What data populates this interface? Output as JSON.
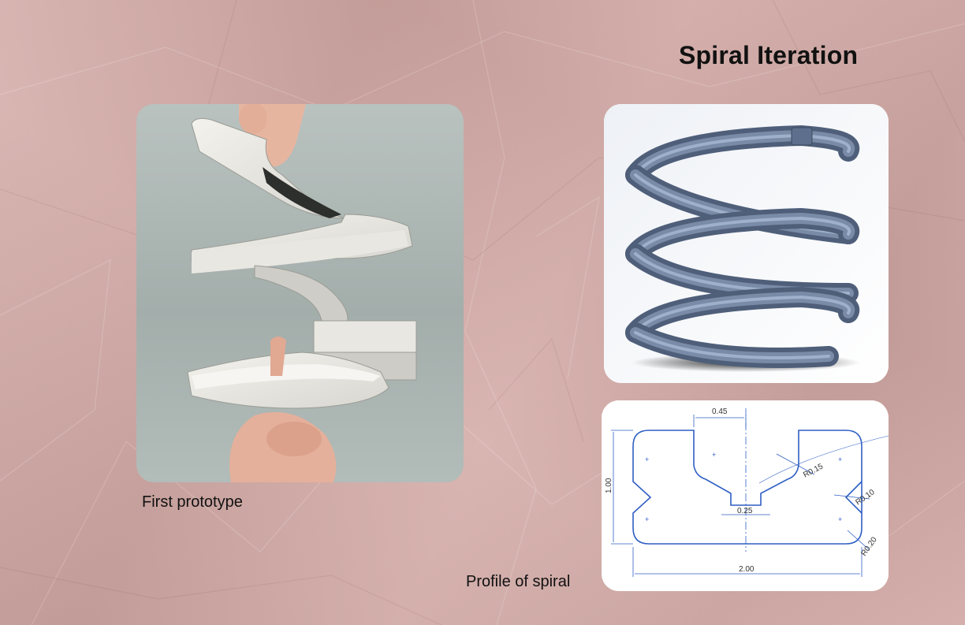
{
  "page": {
    "title": "Spiral Iteration",
    "background_color": "#d3a9a5"
  },
  "prototype_photo": {
    "caption": "First prototype"
  },
  "spiral_render": {
    "accent_color": "#5d6f8c"
  },
  "profile_drawing": {
    "caption": "Profile of spiral",
    "dimensions": {
      "top_slot_width": "0.45",
      "bottom_slot_width": "0.25",
      "height": "1.00",
      "width": "2.00",
      "radius_inner": "R0.15",
      "radius_mid": "R0.10",
      "radius_corner": "R0.20"
    }
  }
}
